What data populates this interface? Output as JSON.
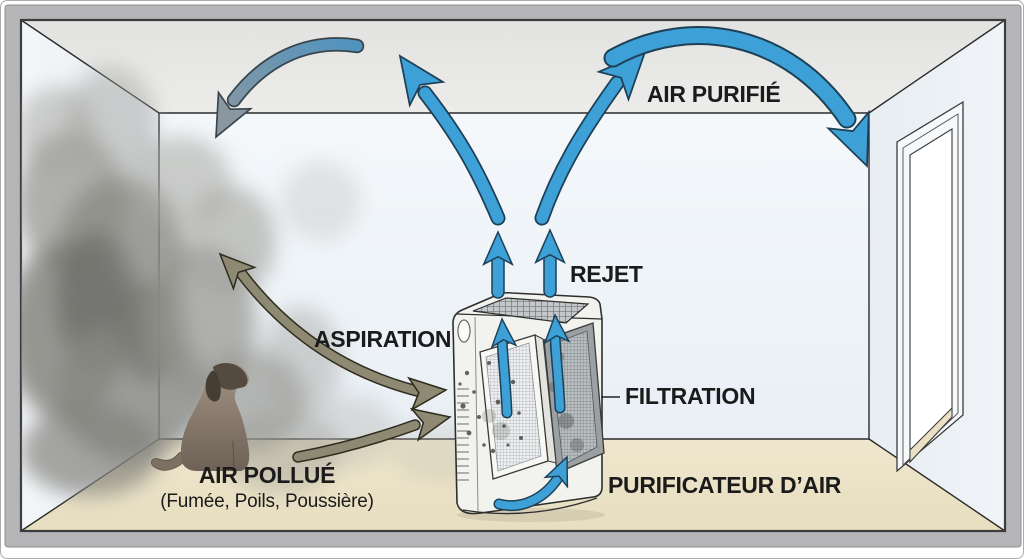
{
  "labels": {
    "air_purifie": "AIR PURIFIÉ",
    "rejet": "REJET",
    "aspiration": "ASPIRATION",
    "filtration": "FILTRATION",
    "purificateur_dair": "PURIFICATEUR D’AIR",
    "air_pollue": "AIR POLLUÉ",
    "air_pollue_detail": "(Fumée, Poils, Poussière)"
  },
  "colors": {
    "clean_air_blue": "#3da0d6",
    "polluted_air_olive": "#8e8972",
    "mixed_air_gray_blue": "#8b97a0",
    "floor_beige": "#ece3c8",
    "wall_white": "#eef3f7",
    "ceiling_gray": "#e8e8e6",
    "frame_gray": "#b5b5b7",
    "label_text": "#1b1b1b"
  }
}
